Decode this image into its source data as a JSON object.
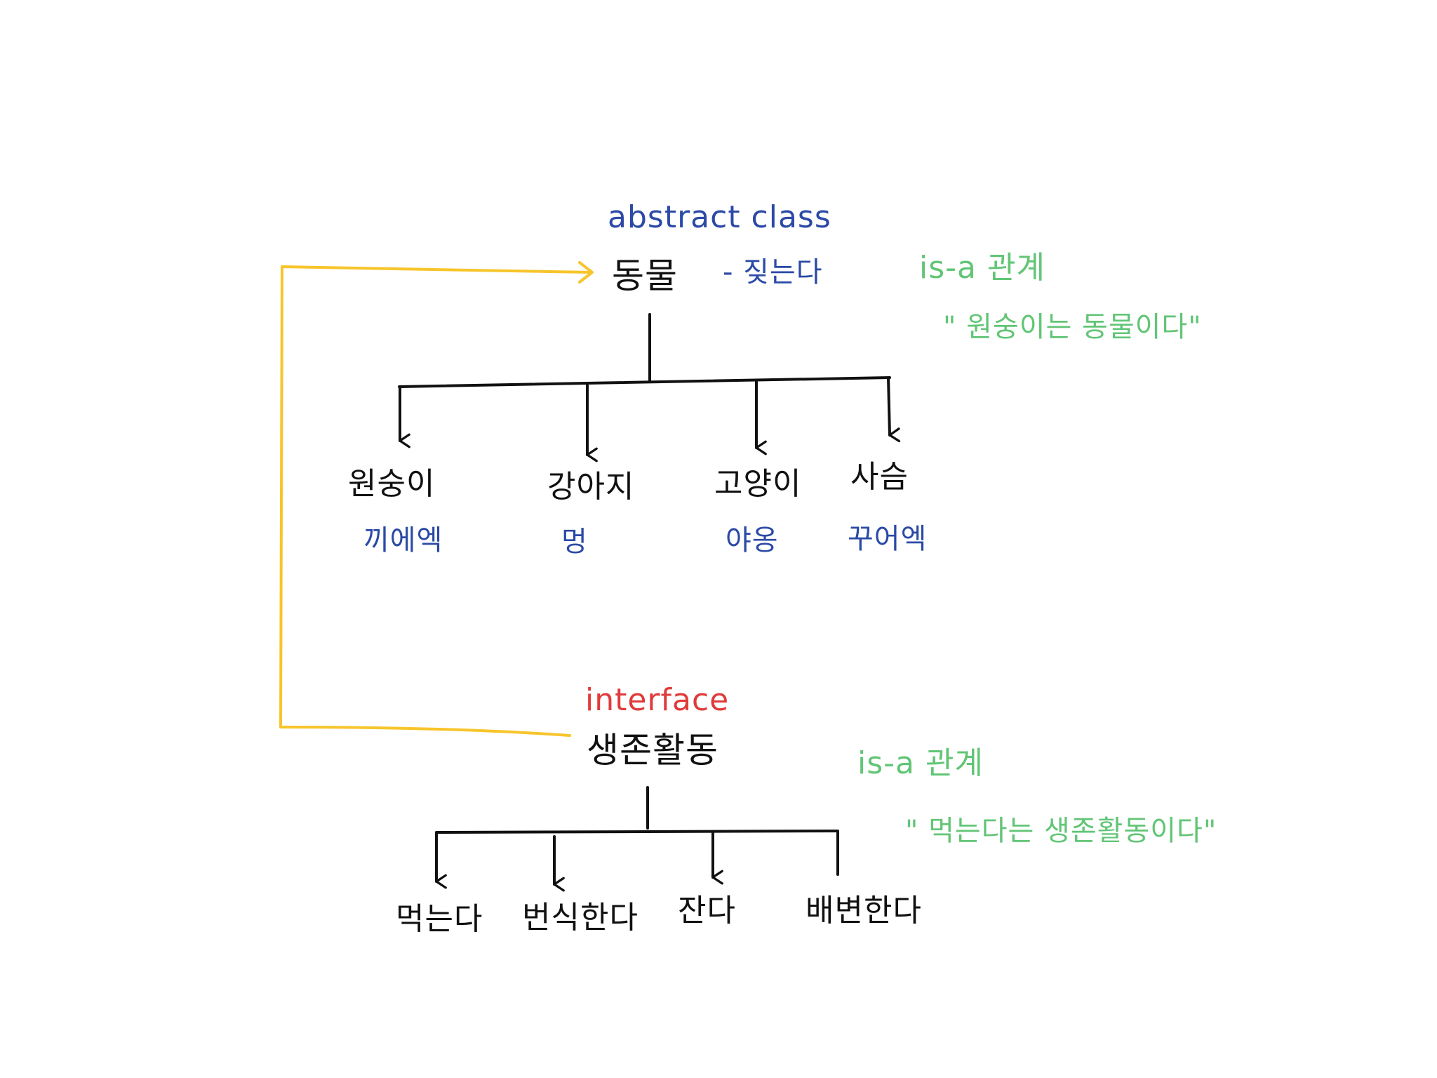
{
  "colors": {
    "ink": "#111111",
    "abstract_accent": "#2b4aa6",
    "interface_accent": "#e03a3a",
    "relation_note": "#62c576",
    "arrow_highlight": "#f7c52b"
  },
  "abstract_tree": {
    "stereotype": "abstract class",
    "name": "동물",
    "method": "- 짖는다",
    "children": [
      {
        "name": "원숭이",
        "sound": "끼에엑"
      },
      {
        "name": "강아지",
        "sound": "멍"
      },
      {
        "name": "고양이",
        "sound": "야옹"
      },
      {
        "name": "사슴",
        "sound": "꾸어엑"
      }
    ],
    "relation": {
      "title": "is-a 관계",
      "quote": "\" 원숭이는 동물이다\""
    }
  },
  "interface_tree": {
    "stereotype": "interface",
    "name": "생존활동",
    "children": [
      "먹는다",
      "번식한다",
      "잔다",
      "배변한다"
    ],
    "relation": {
      "title": "is-a 관계",
      "quote": "\" 먹는다는 생존활동이다\""
    }
  }
}
